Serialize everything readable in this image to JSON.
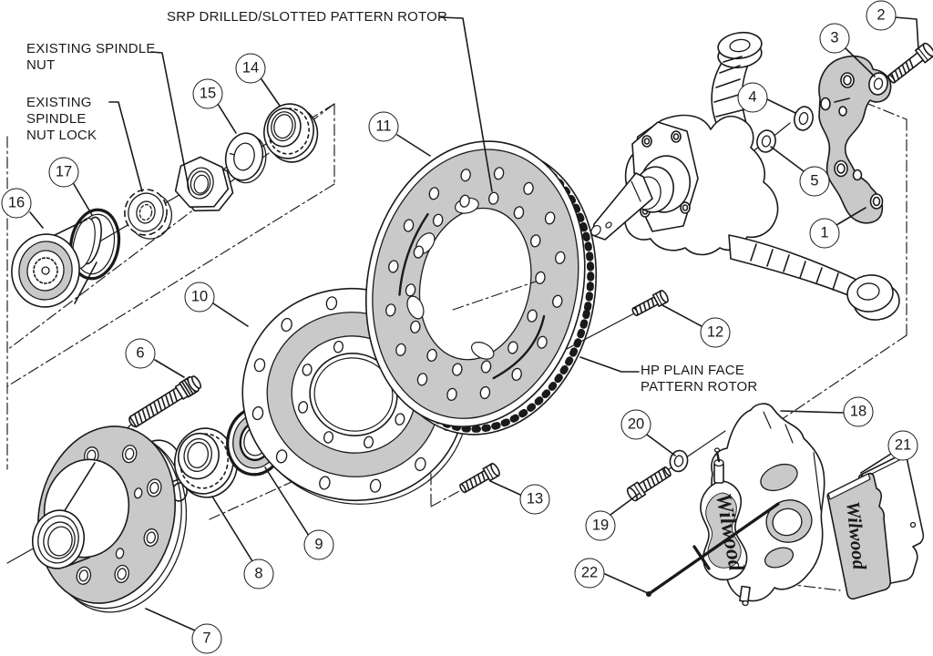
{
  "diagram": {
    "labels": {
      "srp_rotor": "SRP DRILLED/SLOTTED PATTERN ROTOR",
      "existing_spindle_nut": "EXISTING SPINDLE\nNUT",
      "existing_spindle_nut_lock": "EXISTING\nSPINDLE\nNUT LOCK",
      "hp_rotor": "HP PLAIN FACE\nPATTERN ROTOR"
    },
    "brand_script": {
      "caliper": "Wilwood",
      "pad": "Wilwood"
    },
    "callouts": [
      "1",
      "2",
      "3",
      "4",
      "5",
      "6",
      "7",
      "8",
      "9",
      "10",
      "11",
      "12",
      "13",
      "14",
      "15",
      "16",
      "17",
      "18",
      "19",
      "20",
      "21",
      "22"
    ],
    "colors": {
      "line": "#1a1a1a",
      "shade": "#c9c9c9",
      "background": "#ffffff"
    }
  }
}
